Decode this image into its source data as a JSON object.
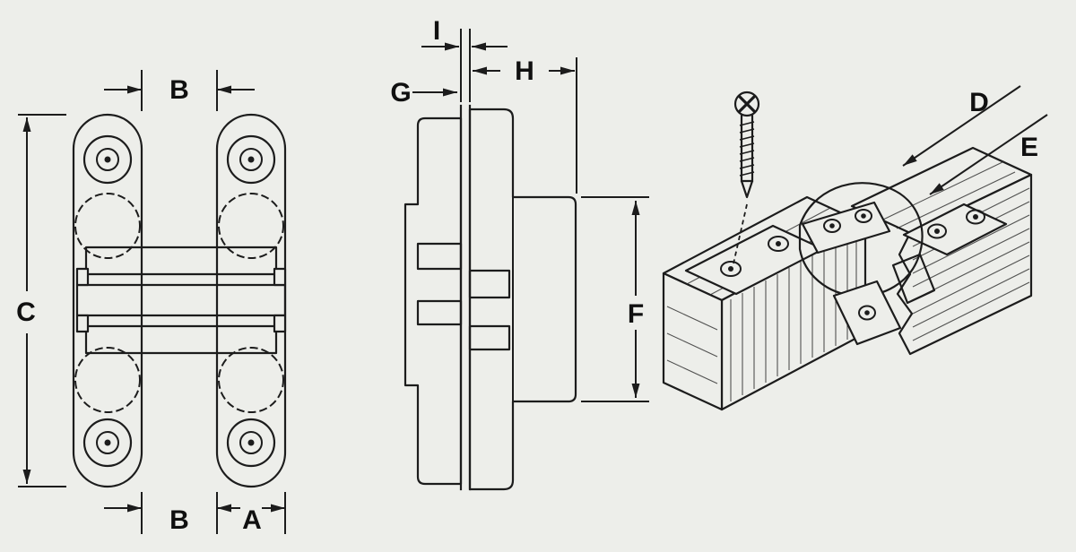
{
  "colors": {
    "background": "#edeeea",
    "line": "#1c1c1c"
  },
  "labels": {
    "b_top": "B",
    "c": "C",
    "b_bottom": "B",
    "a": "A",
    "i": "I",
    "h": "H",
    "g": "G",
    "f": "F",
    "d": "D",
    "e": "E"
  }
}
